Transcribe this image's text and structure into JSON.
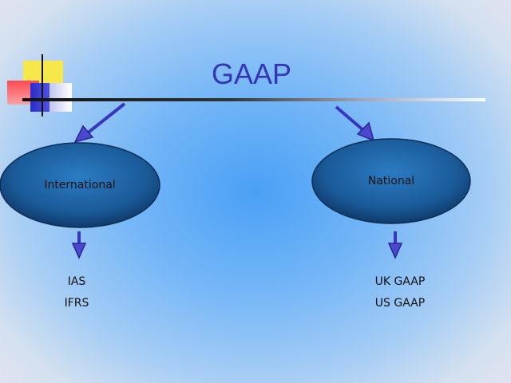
{
  "title": "GAAP",
  "nodes": {
    "international": {
      "label": "International",
      "items": [
        "IAS",
        "IFRS"
      ]
    },
    "national": {
      "label": "National",
      "items": [
        "UK GAAP",
        "US GAAP"
      ]
    }
  },
  "colors": {
    "title": "#3535b8",
    "arrow": "#3a35c0",
    "ellipse": "#1d5f9e",
    "ellipse_dark": "#0f3a6b"
  }
}
